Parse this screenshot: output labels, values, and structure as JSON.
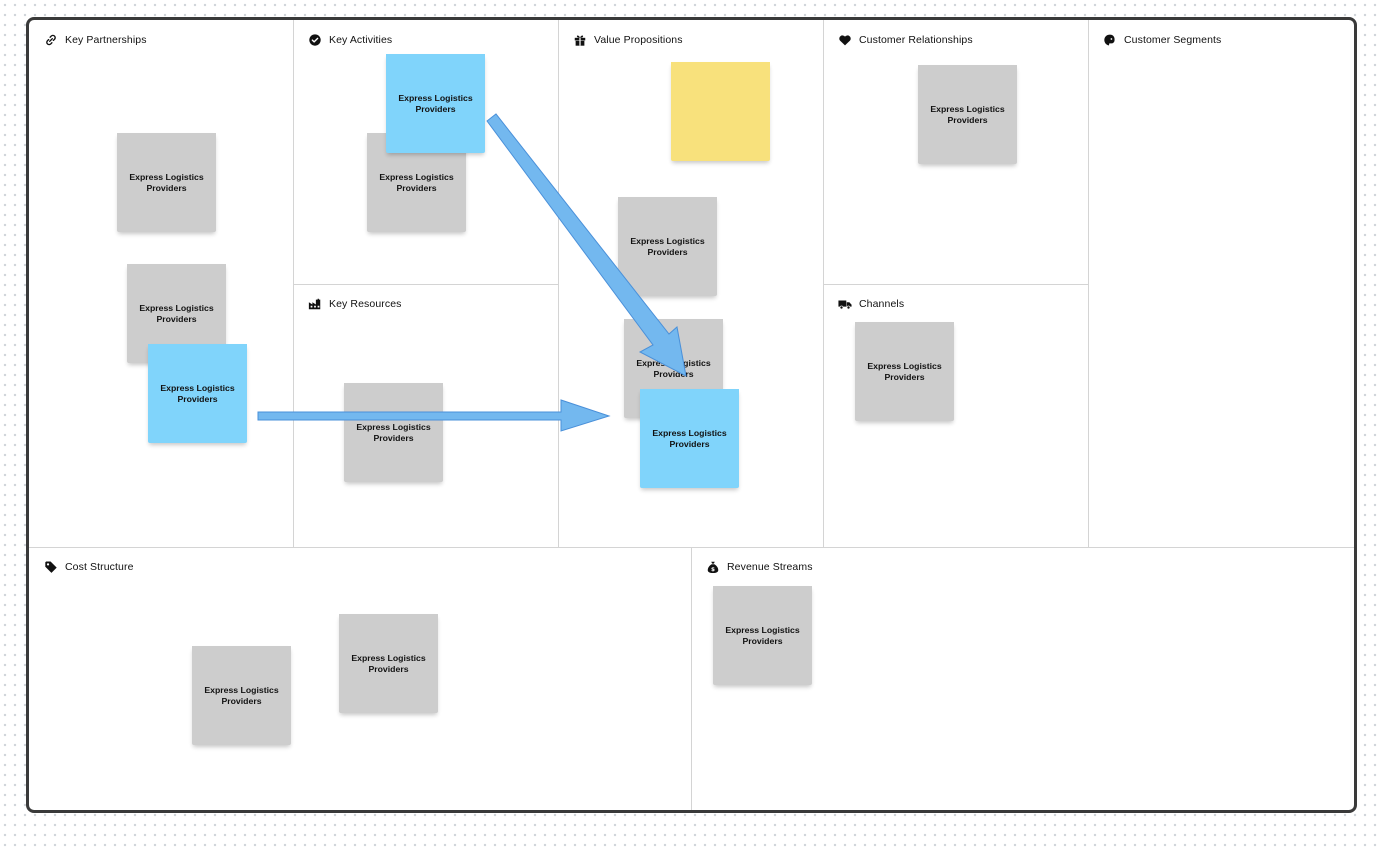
{
  "canvas": {
    "sections": {
      "key_partnerships": {
        "title": "Key Partnerships",
        "icon": "link-icon"
      },
      "key_activities": {
        "title": "Key Activities",
        "icon": "check-circle-icon"
      },
      "key_resources": {
        "title": "Key Resources",
        "icon": "factory-icon"
      },
      "value_propositions": {
        "title": "Value Propositions",
        "icon": "gift-icon"
      },
      "customer_relationships": {
        "title": "Customer Relationships",
        "icon": "heart-icon"
      },
      "channels": {
        "title": "Channels",
        "icon": "truck-icon"
      },
      "customer_segments": {
        "title": "Customer Segments",
        "icon": "face-icon"
      },
      "cost_structure": {
        "title": "Cost Structure",
        "icon": "tag-icon"
      },
      "revenue_streams": {
        "title": "Revenue Streams",
        "icon": "money-bag-icon"
      }
    },
    "notes": {
      "kp1": "Express Logistics Providers",
      "kp2": "Express Logistics Providers",
      "kp3": "Express Logistics Providers",
      "ka1": "Express Logistics Providers",
      "ka2": "Express Logistics Providers",
      "kr1": "Express Logistics Providers",
      "vp_yellow": "",
      "vp1": "Express Logistics Providers",
      "vp2": "Express Logistics Providers",
      "vp3": "Express Logistics Providers",
      "cr1": "Express Logistics Providers",
      "ch1": "Express Logistics Providers",
      "cs1": "Express Logistics Providers",
      "cs2": "Express Logistics Providers",
      "rs1": "Express Logistics Providers"
    },
    "colors": {
      "note_grey": "#cdcdcd",
      "note_blue": "#80d4fb",
      "note_yellow": "#f8e17c",
      "arrow_fill": "#73b8ef",
      "arrow_stroke": "#4a90d9",
      "border": "#3a3a3a"
    }
  }
}
